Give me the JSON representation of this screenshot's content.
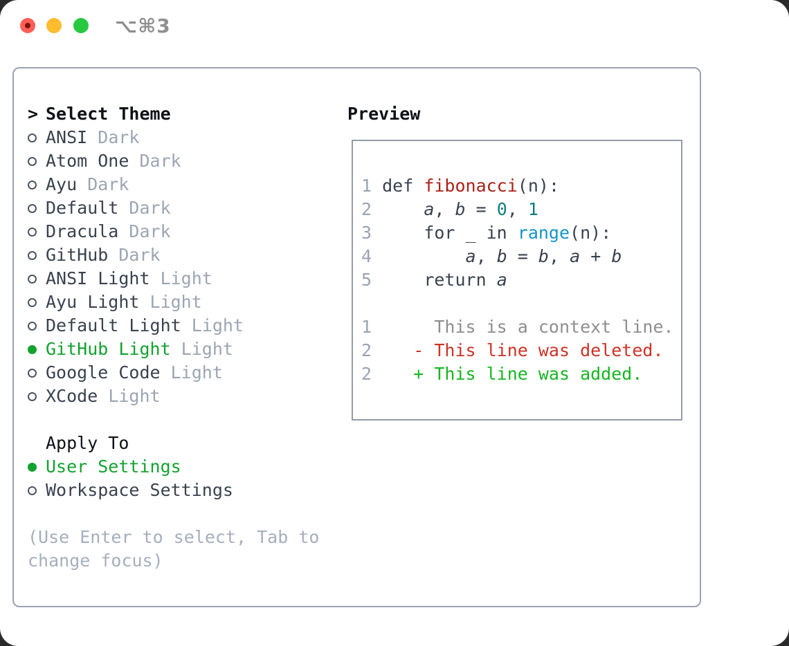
{
  "window": {
    "title": "⌥⌘3"
  },
  "titlebar_icons": [
    "close-icon",
    "minimize-icon",
    "zoom-icon"
  ],
  "sidebar": {
    "header_prefix": ">",
    "header": "Select Theme",
    "themes": [
      {
        "name": "ANSI",
        "variant": "Dark",
        "selected": false
      },
      {
        "name": "Atom One",
        "variant": "Dark",
        "selected": false
      },
      {
        "name": "Ayu",
        "variant": "Dark",
        "selected": false
      },
      {
        "name": "Default",
        "variant": "Dark",
        "selected": false
      },
      {
        "name": "Dracula",
        "variant": "Dark",
        "selected": false
      },
      {
        "name": "GitHub",
        "variant": "Dark",
        "selected": false
      },
      {
        "name": "ANSI Light",
        "variant": "Light",
        "selected": false
      },
      {
        "name": "Ayu Light",
        "variant": "Light",
        "selected": false
      },
      {
        "name": "Default Light",
        "variant": "Light",
        "selected": false
      },
      {
        "name": "GitHub Light",
        "variant": "Light",
        "selected": true
      },
      {
        "name": "Google Code",
        "variant": "Light",
        "selected": false
      },
      {
        "name": "XCode",
        "variant": "Light",
        "selected": false
      }
    ],
    "apply_to": {
      "header": "Apply To",
      "options": [
        {
          "label": "User Settings",
          "selected": true
        },
        {
          "label": "Workspace Settings",
          "selected": false
        }
      ]
    },
    "hint_line1": "(Use Enter to select, Tab to",
    "hint_line2": "change focus)"
  },
  "preview": {
    "header": "Preview",
    "lines": [
      {
        "name": "code-line-1",
        "segs": [
          {
            "t": "1 ",
            "c": "ln"
          },
          {
            "t": "def ",
            "c": "pl"
          },
          {
            "t": "fibonacci",
            "c": "fn"
          },
          {
            "t": "(n):",
            "c": "pl"
          }
        ]
      },
      {
        "name": "code-line-2",
        "segs": [
          {
            "t": "2 ",
            "c": "ln"
          },
          {
            "t": "    ",
            "c": "pl"
          },
          {
            "t": "a",
            "c": "va"
          },
          {
            "t": ", ",
            "c": "pl"
          },
          {
            "t": "b",
            "c": "va"
          },
          {
            "t": " = ",
            "c": "pl"
          },
          {
            "t": "0",
            "c": "lit"
          },
          {
            "t": ", ",
            "c": "pl"
          },
          {
            "t": "1",
            "c": "lit"
          }
        ]
      },
      {
        "name": "code-line-3",
        "segs": [
          {
            "t": "3 ",
            "c": "ln"
          },
          {
            "t": "    for _ in ",
            "c": "pl"
          },
          {
            "t": "range",
            "c": "bi"
          },
          {
            "t": "(n):",
            "c": "pl"
          }
        ]
      },
      {
        "name": "code-line-4",
        "segs": [
          {
            "t": "4 ",
            "c": "ln"
          },
          {
            "t": "        ",
            "c": "pl"
          },
          {
            "t": "a",
            "c": "va"
          },
          {
            "t": ", ",
            "c": "pl"
          },
          {
            "t": "b",
            "c": "va"
          },
          {
            "t": " = ",
            "c": "pl"
          },
          {
            "t": "b",
            "c": "va"
          },
          {
            "t": ", ",
            "c": "pl"
          },
          {
            "t": "a",
            "c": "va"
          },
          {
            "t": " + ",
            "c": "pl"
          },
          {
            "t": "b",
            "c": "va"
          }
        ]
      },
      {
        "name": "code-line-5",
        "segs": [
          {
            "t": "5 ",
            "c": "ln"
          },
          {
            "t": "    return ",
            "c": "pl"
          },
          {
            "t": "a",
            "c": "va"
          }
        ]
      },
      {
        "name": "blank-line",
        "segs": []
      },
      {
        "name": "diff-context-line",
        "segs": [
          {
            "t": "1 ",
            "c": "ln"
          },
          {
            "t": "     This is a context line.",
            "c": "ctx"
          }
        ]
      },
      {
        "name": "diff-deleted-line",
        "segs": [
          {
            "t": "2 ",
            "c": "ln"
          },
          {
            "t": "   - This line was deleted.",
            "c": "del"
          }
        ]
      },
      {
        "name": "diff-added-line",
        "segs": [
          {
            "t": "2 ",
            "c": "ln"
          },
          {
            "t": "   + This line was added.",
            "c": "add"
          }
        ]
      }
    ]
  },
  "colors": {
    "accent_green": "#12A32F",
    "function_red": "#AC2116",
    "literal_teal": "#107D80",
    "builtin_blue": "#1295C9",
    "diff_deleted_red": "#CC3326",
    "diff_added_green": "#17B622",
    "context_gray": "#8E8E8E",
    "muted_gray": "#9CA5B3",
    "panel_border": "#99A2AF",
    "traffic_red": "#FF5F57",
    "traffic_yellow": "#FEBC2E",
    "traffic_green": "#28C840"
  }
}
